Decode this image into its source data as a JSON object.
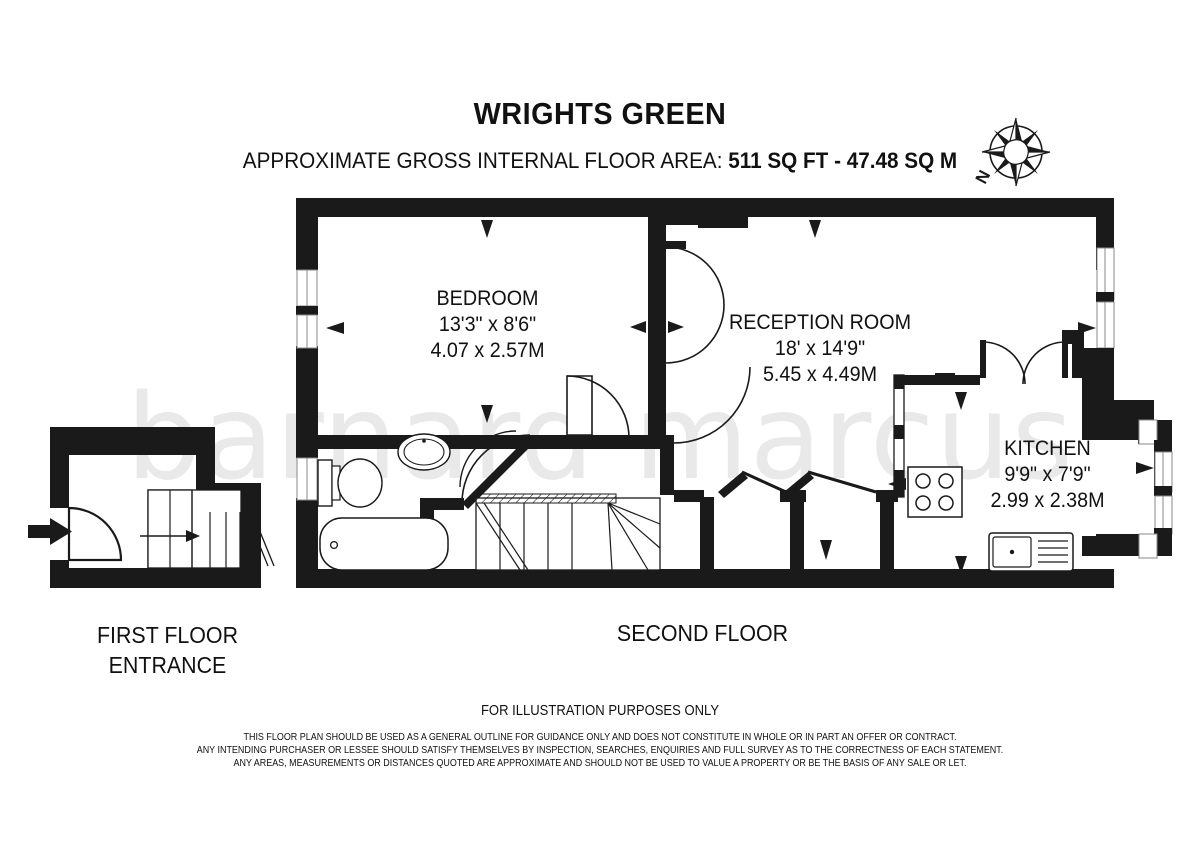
{
  "document": {
    "title": "WRIGHTS GREEN",
    "area_prefix": "APPROXIMATE GROSS INTERNAL FLOOR AREA:",
    "area_value": "511 SQ FT  -  47.48 SQ M",
    "watermark": "barnard marcus"
  },
  "rooms": [
    {
      "key": "bedroom",
      "name": "BEDROOM",
      "dim_imperial": "13'3\" x 8'6\"",
      "dim_metric": "4.07 x 2.57M"
    },
    {
      "key": "reception_room",
      "name": "RECEPTION ROOM",
      "dim_imperial": "18' x 14'9\"",
      "dim_metric": "5.45 x 4.49M"
    },
    {
      "key": "kitchen",
      "name": "KITCHEN",
      "dim_imperial": "9'9\" x 7'9\"",
      "dim_metric": "2.99 x 2.38M"
    }
  ],
  "floor_captions": {
    "first_floor_line1": "FIRST FLOOR",
    "first_floor_line2": "ENTRANCE",
    "second_floor": "SECOND FLOOR"
  },
  "compass": {
    "north_label": "N"
  },
  "footer": {
    "illustration_note": "FOR ILLUSTRATION PURPOSES ONLY",
    "disclaimer_line1": "THIS FLOOR PLAN SHOULD BE USED AS A GENERAL OUTLINE FOR GUIDANCE ONLY AND DOES NOT CONSTITUTE IN WHOLE OR IN PART AN OFFER OR CONTRACT.",
    "disclaimer_line2": "ANY INTENDING PURCHASER OR LESSEE SHOULD SATISFY THEMSELVES BY INSPECTION, SEARCHES, ENQUIRIES AND FULL SURVEY AS TO THE CORRECTNESS OF EACH STATEMENT.",
    "disclaimer_line3": "ANY AREAS, MEASUREMENTS OR DISTANCES QUOTED ARE APPROXIMATE AND SHOULD NOT BE USED TO VALUE A PROPERTY OR BE THE BASIS OF ANY SALE OR LET."
  },
  "colors": {
    "wall": "#1a1a1a",
    "background": "#ffffff",
    "fixture_outline": "#1a1a1a",
    "watermark": "#e9e9e9",
    "text": "#111111"
  },
  "fixtures": [
    "entrance-door-swing",
    "entry-direction-arrow",
    "entrance-staircase",
    "bathroom-sink",
    "toilet",
    "bathtub",
    "bathroom-door-swing",
    "winder-staircase",
    "cupboard-doors",
    "kitchen-hob",
    "kitchen-sink",
    "kitchen-double-doors",
    "bedroom-door-swing",
    "reception-door-swing",
    "windows",
    "compass-rose"
  ]
}
